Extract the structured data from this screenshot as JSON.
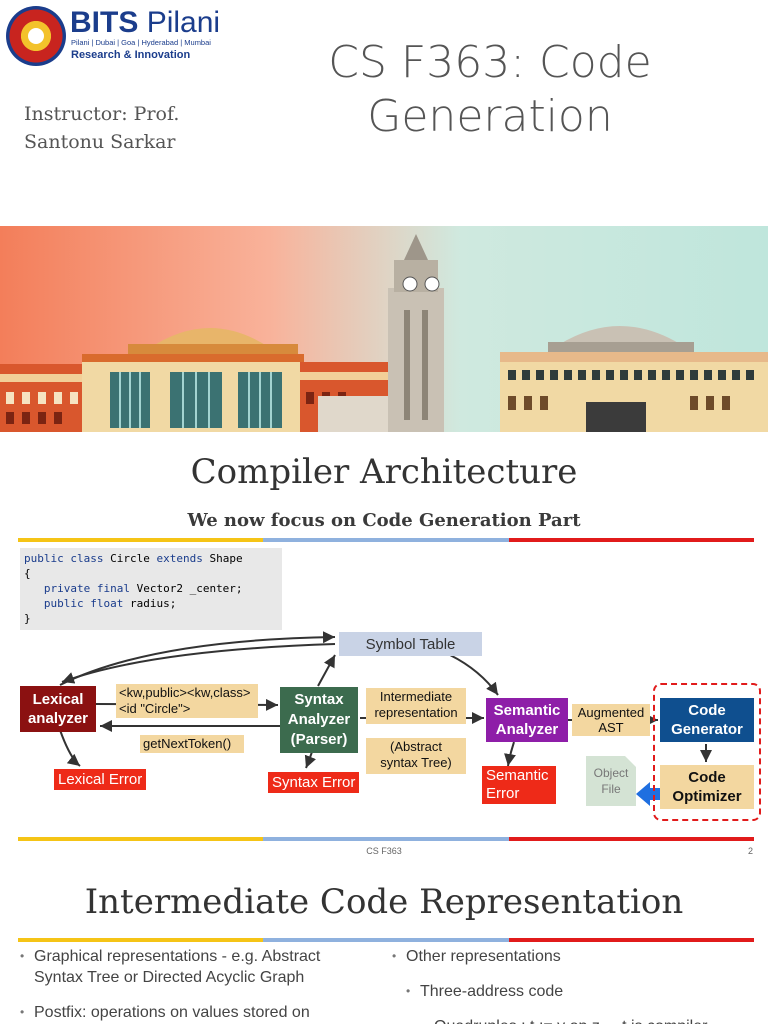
{
  "slide1": {
    "logo": {
      "brand_bold": "BITS",
      "brand_light": "Pilani",
      "campuses": "Pilani | Dubai | Goa | Hyderabad | Mumbai",
      "tagline": "Research & Innovation"
    },
    "title_line1": "CS F363: Code",
    "title_line2": "Generation",
    "instructor_line1": "Instructor: Prof.",
    "instructor_line2": "Santonu Sarkar"
  },
  "slide2": {
    "title": "Compiler Architecture",
    "subtitle": "We now focus on Code Generation Part",
    "code": {
      "line1_kw1": "public class",
      "line1_name": "Circle",
      "line1_kw2": "extends",
      "line1_base": "Shape",
      "line2": "{",
      "line3_kw": "private final",
      "line3_rest": "Vector2 _center;",
      "line4_kw": "public float",
      "line4_rest": "radius;",
      "line5": "}"
    },
    "diagram": {
      "symbol_table": "Symbol Table",
      "lexical_line1": "Lexical",
      "lexical_line2": "analyzer",
      "tokens_line1": "<kw,public><kw,class>",
      "tokens_line2": "<id \"Circle\">",
      "get_next_token": "getNextToken()",
      "syntax_line1": "Syntax",
      "syntax_line2": "Analyzer",
      "syntax_line3": "(Parser)",
      "ir_line1": "Intermediate",
      "ir_line2": "representation",
      "ast_line1": "(Abstract",
      "ast_line2": "syntax Tree)",
      "semantic_line1": "Semantic",
      "semantic_line2": "Analyzer",
      "aug_line1": "Augmented",
      "aug_line2": "AST",
      "codegen_line1": "Code",
      "codegen_line2": "Generator",
      "codeopt_line1": "Code",
      "codeopt_line2": "Optimizer",
      "object_line1": "Object",
      "object_line2": "File",
      "lexical_error": "Lexical Error",
      "syntax_error": "Syntax Error",
      "semantic_error_line1": "Semantic",
      "semantic_error_line2": "Error"
    },
    "footer_center": "CS F363",
    "page_number": "2"
  },
  "slide3": {
    "title": "Intermediate Code Representation",
    "left_bullets": [
      "Graphical representations - e.g. Abstract Syntax Tree or Directed Acyclic Graph",
      "Postfix: operations on values stored on"
    ],
    "right_bullet": "Other representations",
    "right_sub_bullet": "Three-address code",
    "right_sub_sub_bullet": "Quadruples : t := y op z     t is compiler"
  },
  "colors": {
    "stripe_yellow": "#f5c416",
    "stripe_blue": "#8fb1de",
    "stripe_red": "#e11b1b",
    "lexical_box": "#8b1111",
    "syntax_box": "#3c6b4e",
    "semantic_box": "#8e1ea8",
    "codegen_box": "#0f4f8f",
    "note_fill": "#f3d7a0",
    "symbol_table_fill": "#c9d3e6",
    "error_fill": "#ee2a18",
    "highlight_border": "#e11b1b"
  }
}
